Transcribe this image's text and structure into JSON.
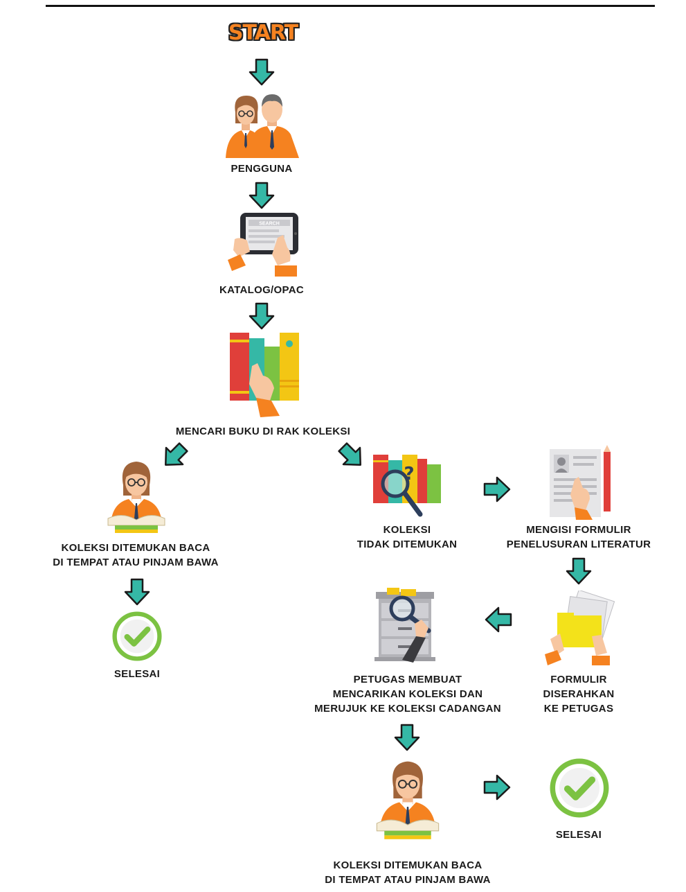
{
  "title": "START",
  "nodes": {
    "pengguna": "PENGGUNA",
    "katalog": "KATALOG/OPAC",
    "mencari": "MENCARI BUKU DI RAK KOLEKSI",
    "ditemukan_left": [
      "KOLEKSI DITEMUKAN BACA",
      "DI TEMPAT ATAU PINJAM BAWA"
    ],
    "selesai_left": "SELESAI",
    "tidak_ditemukan": [
      "KOLEKSI",
      "TIDAK DITEMUKAN"
    ],
    "mengisi_formulir": [
      "MENGISI FORMULIR",
      "PENELUSURAN LITERATUR"
    ],
    "formulir_diserahkan": [
      "FORMULIR",
      "DISERAHKAN",
      "KE PETUGAS"
    ],
    "petugas": [
      "PETUGAS MEMBUAT",
      "MENCARIKAN KOLEKSI DAN",
      "MERUJUK KE KOLEKSI CADANGAN"
    ],
    "ditemukan_bottom": [
      "KOLEKSI DITEMUKAN BACA",
      "DI TEMPAT ATAU PINJAM BAWA"
    ],
    "selesai_right": "SELESAI"
  },
  "icons": {
    "tablet_search_text": "SEARCH"
  },
  "colors": {
    "orange": "#f58220",
    "teal": "#35b8a6",
    "green": "#7cc242",
    "outline": "#1a1a1a"
  }
}
